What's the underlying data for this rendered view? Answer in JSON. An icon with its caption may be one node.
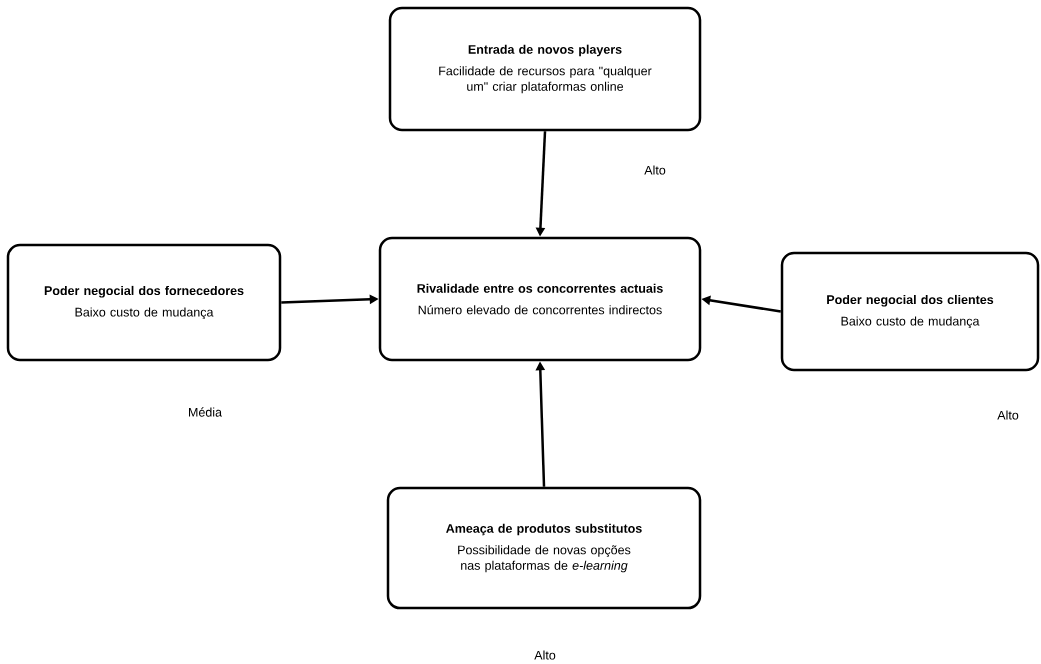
{
  "diagram": {
    "nodes": [
      {
        "text": [
          "Entrada de novos players",
          "Facilidade de recursos para \"qualquer um\" criar plataformas online"
        ],
        "beside": [
          "Alto"
        ]
      },
      {
        "text": [
          "Poder negocial dos fornecedores",
          "Baixo custo de mudança"
        ],
        "beside": [
          "Média"
        ]
      },
      {
        "text": [
          "Rivalidade entre os concorrentes actuais",
          "Número elevado de concorrentes indirectos"
        ]
      },
      {
        "text": [
          "Poder negocial dos clientes",
          "Baixo custo de mudança"
        ],
        "beside": [
          "Alto"
        ]
      },
      {
        "text": [
          "Ameaça de produtos substitutos",
          "Possibilidade de novas opções nas plataformas de *e-learning*"
        ],
        "beside": [
          "Alto"
        ]
      }
    ],
    "edges": [
      {
        "from": 0,
        "to": 2,
        "arrow": "to"
      },
      {
        "from": 1,
        "to": 2,
        "arrow": "to"
      },
      {
        "from": 3,
        "to": 2,
        "arrow": "to"
      },
      {
        "from": 4,
        "to": 2,
        "arrow": "to"
      }
    ]
  }
}
